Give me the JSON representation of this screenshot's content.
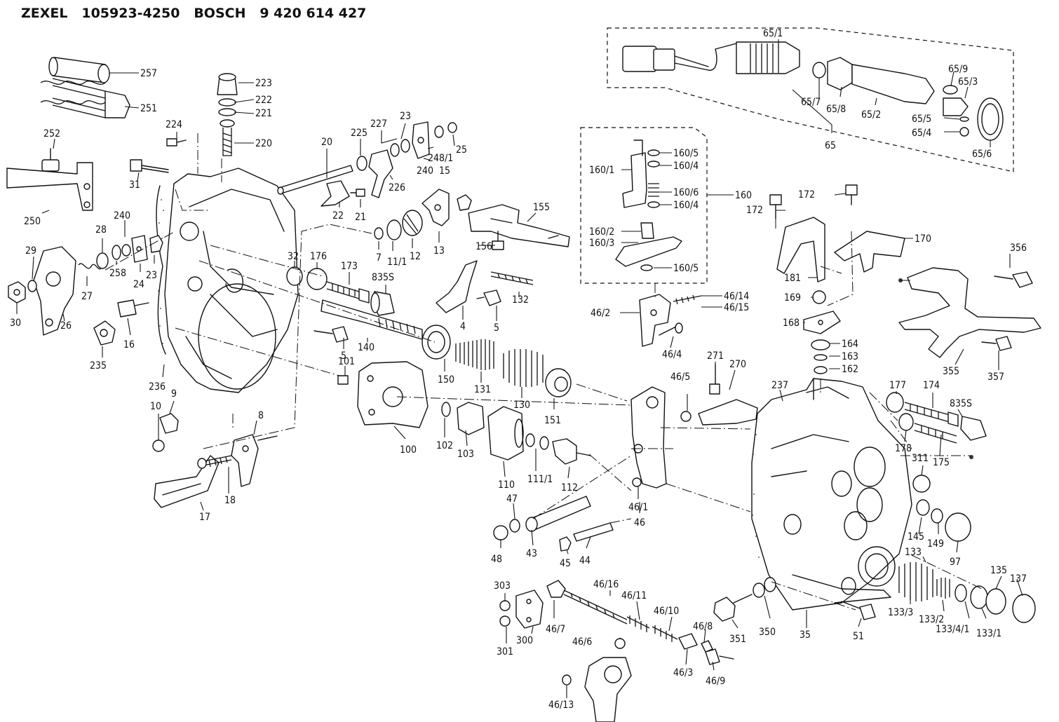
{
  "header": {
    "maker1": "ZEXEL",
    "part1": "105923-4250",
    "maker2": "BOSCH",
    "part2": "9 420 614 427"
  },
  "labels": [
    {
      "id": "l65_1",
      "text": "65/1"
    },
    {
      "id": "l65_9",
      "text": "65/9"
    },
    {
      "id": "l65_3",
      "text": "65/3"
    },
    {
      "id": "l65_7",
      "text": "65/7"
    },
    {
      "id": "l65_8",
      "text": "65/8"
    },
    {
      "id": "l65_2",
      "text": "65/2"
    },
    {
      "id": "l65_5",
      "text": "65/5"
    },
    {
      "id": "l65_4",
      "text": "65/4"
    },
    {
      "id": "l65",
      "text": "65"
    },
    {
      "id": "l65_6",
      "text": "65/6"
    },
    {
      "id": "l257",
      "text": "257"
    },
    {
      "id": "l223",
      "text": "223"
    },
    {
      "id": "l222",
      "text": "222"
    },
    {
      "id": "l221",
      "text": "221"
    },
    {
      "id": "l251",
      "text": "251"
    },
    {
      "id": "l220",
      "text": "220"
    },
    {
      "id": "l224",
      "text": "224"
    },
    {
      "id": "l252",
      "text": "252"
    },
    {
      "id": "l31",
      "text": "31"
    },
    {
      "id": "l250",
      "text": "250"
    },
    {
      "id": "l240a",
      "text": "240"
    },
    {
      "id": "l28",
      "text": "28"
    },
    {
      "id": "l29",
      "text": "29"
    },
    {
      "id": "l258",
      "text": "258"
    },
    {
      "id": "l24",
      "text": "24"
    },
    {
      "id": "l23a",
      "text": "23"
    },
    {
      "id": "l27",
      "text": "27"
    },
    {
      "id": "l26",
      "text": "26"
    },
    {
      "id": "l30",
      "text": "30"
    },
    {
      "id": "l16",
      "text": "16"
    },
    {
      "id": "l235",
      "text": "235"
    },
    {
      "id": "l236",
      "text": "236"
    },
    {
      "id": "l32",
      "text": "32"
    },
    {
      "id": "l9",
      "text": "9"
    },
    {
      "id": "l10",
      "text": "10"
    },
    {
      "id": "l8",
      "text": "8"
    },
    {
      "id": "l18",
      "text": "18"
    },
    {
      "id": "l17",
      "text": "17"
    },
    {
      "id": "l23b",
      "text": "23"
    },
    {
      "id": "l227",
      "text": "227"
    },
    {
      "id": "l225",
      "text": "225"
    },
    {
      "id": "l20",
      "text": "20"
    },
    {
      "id": "l248_1",
      "text": "248/1"
    },
    {
      "id": "l25",
      "text": "25"
    },
    {
      "id": "l240b",
      "text": "240"
    },
    {
      "id": "l15",
      "text": "15"
    },
    {
      "id": "l226",
      "text": "226"
    },
    {
      "id": "l22",
      "text": "22"
    },
    {
      "id": "l21",
      "text": "21"
    },
    {
      "id": "l7",
      "text": "7"
    },
    {
      "id": "l11_1",
      "text": "11/1"
    },
    {
      "id": "l12",
      "text": "12"
    },
    {
      "id": "l13",
      "text": "13"
    },
    {
      "id": "l155",
      "text": "155"
    },
    {
      "id": "l156",
      "text": "156"
    },
    {
      "id": "l176",
      "text": "176"
    },
    {
      "id": "l173",
      "text": "173"
    },
    {
      "id": "l835a",
      "text": "835S"
    },
    {
      "id": "l132",
      "text": "132"
    },
    {
      "id": "l4",
      "text": "4"
    },
    {
      "id": "l5a",
      "text": "5"
    },
    {
      "id": "l5b",
      "text": "5"
    },
    {
      "id": "l140",
      "text": "140"
    },
    {
      "id": "l101",
      "text": "101"
    },
    {
      "id": "l150",
      "text": "150"
    },
    {
      "id": "l131",
      "text": "131"
    },
    {
      "id": "l130",
      "text": "130"
    },
    {
      "id": "l151",
      "text": "151"
    },
    {
      "id": "l100",
      "text": "100"
    },
    {
      "id": "l102",
      "text": "102"
    },
    {
      "id": "l103",
      "text": "103"
    },
    {
      "id": "l110",
      "text": "110"
    },
    {
      "id": "l111_1",
      "text": "111/1"
    },
    {
      "id": "l112",
      "text": "112"
    },
    {
      "id": "l160_5a",
      "text": "160/5"
    },
    {
      "id": "l160_4a",
      "text": "160/4"
    },
    {
      "id": "l160_1",
      "text": "160/1"
    },
    {
      "id": "l160_6",
      "text": "160/6"
    },
    {
      "id": "l160_4b",
      "text": "160/4"
    },
    {
      "id": "l160",
      "text": "160"
    },
    {
      "id": "l160_2",
      "text": "160/2"
    },
    {
      "id": "l160_3",
      "text": "160/3"
    },
    {
      "id": "l160_5b",
      "text": "160/5"
    },
    {
      "id": "l172a",
      "text": "172"
    },
    {
      "id": "l172b",
      "text": "172"
    },
    {
      "id": "l170",
      "text": "170"
    },
    {
      "id": "l181",
      "text": "181"
    },
    {
      "id": "l356",
      "text": "356"
    },
    {
      "id": "l46_14",
      "text": "46/14"
    },
    {
      "id": "l46_15",
      "text": "46/15"
    },
    {
      "id": "l46_2",
      "text": "46/2"
    },
    {
      "id": "l169",
      "text": "169"
    },
    {
      "id": "l168",
      "text": "168"
    },
    {
      "id": "l46_4",
      "text": "46/4"
    },
    {
      "id": "l164",
      "text": "164"
    },
    {
      "id": "l163",
      "text": "163"
    },
    {
      "id": "l162",
      "text": "162"
    },
    {
      "id": "l271",
      "text": "271"
    },
    {
      "id": "l270",
      "text": "270"
    },
    {
      "id": "l355",
      "text": "355"
    },
    {
      "id": "l357",
      "text": "357"
    },
    {
      "id": "l46_5",
      "text": "46/5"
    },
    {
      "id": "l237",
      "text": "237"
    },
    {
      "id": "l177",
      "text": "177"
    },
    {
      "id": "l174",
      "text": "174"
    },
    {
      "id": "l835b",
      "text": "835S"
    },
    {
      "id": "l178",
      "text": "178"
    },
    {
      "id": "l175",
      "text": "175"
    },
    {
      "id": "l311",
      "text": "311"
    },
    {
      "id": "l47",
      "text": "47"
    },
    {
      "id": "l46_1",
      "text": "46/1"
    },
    {
      "id": "l46",
      "text": "46"
    },
    {
      "id": "l48",
      "text": "48"
    },
    {
      "id": "l43",
      "text": "43"
    },
    {
      "id": "l45",
      "text": "45"
    },
    {
      "id": "l44",
      "text": "44"
    },
    {
      "id": "l145",
      "text": "145"
    },
    {
      "id": "l149",
      "text": "149"
    },
    {
      "id": "l97",
      "text": "97"
    },
    {
      "id": "l133",
      "text": "133"
    },
    {
      "id": "l135",
      "text": "135"
    },
    {
      "id": "l137",
      "text": "137"
    },
    {
      "id": "l303",
      "text": "303"
    },
    {
      "id": "l46_16",
      "text": "46/16"
    },
    {
      "id": "l46_11",
      "text": "46/11"
    },
    {
      "id": "l46_10",
      "text": "46/10"
    },
    {
      "id": "l300",
      "text": "300"
    },
    {
      "id": "l46_7",
      "text": "46/7"
    },
    {
      "id": "l301",
      "text": "301"
    },
    {
      "id": "l46_6",
      "text": "46/6"
    },
    {
      "id": "l46_8",
      "text": "46/8"
    },
    {
      "id": "l46_3",
      "text": "46/3"
    },
    {
      "id": "l46_9",
      "text": "46/9"
    },
    {
      "id": "l46_13",
      "text": "46/13"
    },
    {
      "id": "l351",
      "text": "351"
    },
    {
      "id": "l350",
      "text": "350"
    },
    {
      "id": "l35",
      "text": "35"
    },
    {
      "id": "l51",
      "text": "51"
    },
    {
      "id": "l133_3",
      "text": "133/3"
    },
    {
      "id": "l133_2",
      "text": "133/2"
    },
    {
      "id": "l133_4_1",
      "text": "133/4/1"
    },
    {
      "id": "l133_1",
      "text": "133/1"
    }
  ]
}
